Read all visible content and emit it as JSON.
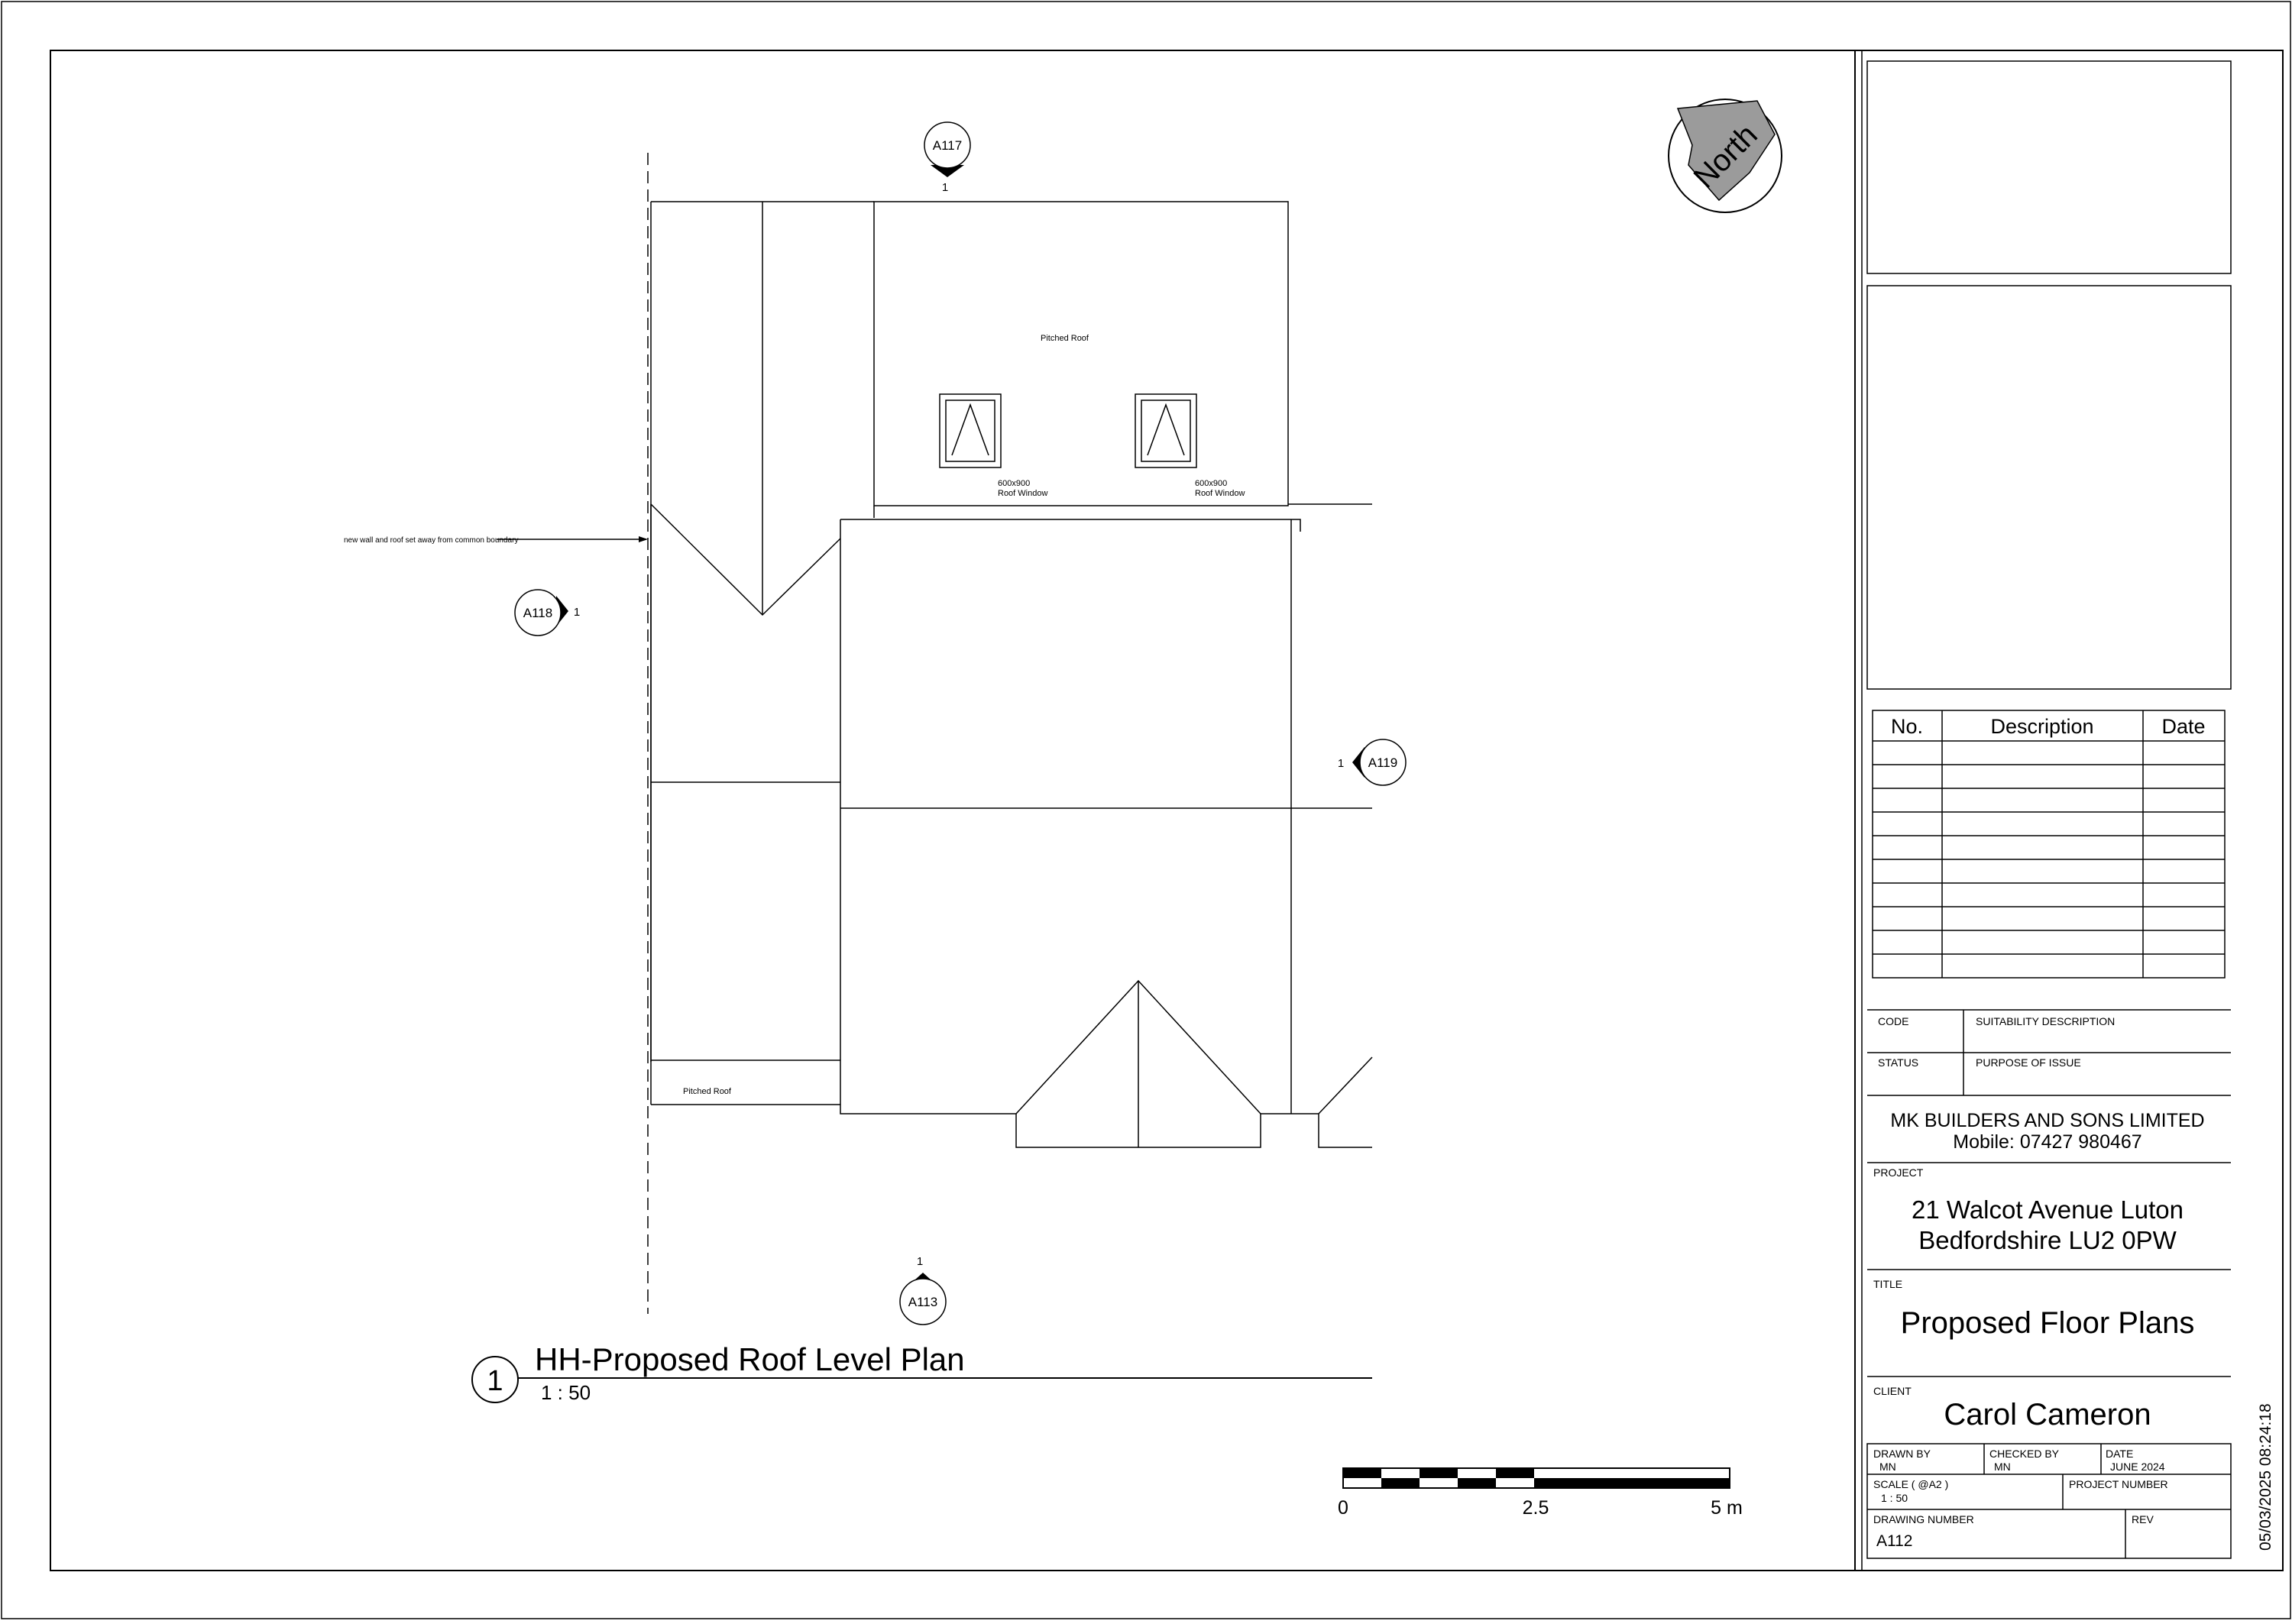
{
  "drawing": {
    "view_number": "1",
    "view_title": "HH-Proposed Roof Level Plan",
    "view_scale": "1 : 50",
    "north_label": "North",
    "boundary_note": "new wall and roof set away from common boundary",
    "roof_labels": {
      "main": "Pitched Roof",
      "lower": "Pitched Roof"
    },
    "windows": [
      {
        "size": "600x900",
        "label": "Roof Window"
      },
      {
        "size": "600x900",
        "label": "Roof Window"
      }
    ],
    "section_markers": [
      {
        "ref": "A117",
        "num": "1"
      },
      {
        "ref": "A118",
        "num": "1"
      },
      {
        "ref": "A119",
        "num": "1"
      },
      {
        "ref": "A113",
        "num": "1"
      }
    ],
    "scale_bar": {
      "labels": [
        "0",
        "2.5",
        "5 m"
      ]
    },
    "timestamp": "05/03/2025 08:24:18"
  },
  "revisions": {
    "headers": [
      "No.",
      "Description",
      "Date"
    ],
    "rows": 10
  },
  "title_block": {
    "code_label": "CODE",
    "suitability_label": "SUITABILITY DESCRIPTION",
    "status_label": "STATUS",
    "purpose_label": "PURPOSE OF ISSUE",
    "company": "MK BUILDERS AND SONS LIMITED",
    "mobile": "Mobile: 07427 980467",
    "project_label": "PROJECT",
    "project_line1": "21 Walcot Avenue Luton",
    "project_line2": "Bedfordshire LU2 0PW",
    "title_label": "TITLE",
    "title": "Proposed Floor Plans",
    "client_label": "CLIENT",
    "client": "Carol Cameron",
    "drawn_by_label": "DRAWN BY",
    "drawn_by": "MN",
    "checked_by_label": "CHECKED BY",
    "checked_by": "MN",
    "date_label": "DATE",
    "date": "JUNE 2024",
    "scale_label": "SCALE ( @A2 )",
    "scale": "1 : 50",
    "project_number_label": "PROJECT NUMBER",
    "drawing_number_label": "DRAWING NUMBER",
    "drawing_number": "A112",
    "rev_label": "REV"
  }
}
